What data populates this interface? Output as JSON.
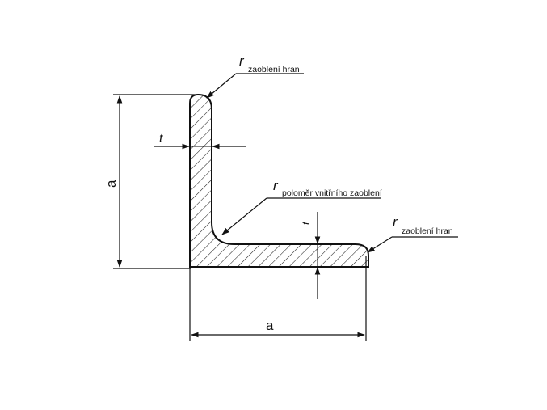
{
  "labels": {
    "r_top_symbol": "r",
    "r_top_text": "zaoblení hran",
    "r_inner_symbol": "r",
    "r_inner_text": "poloměr vnitřního zaoblení",
    "r_right_symbol": "r",
    "r_right_text": "zaoblení hran",
    "t_vertical": "t",
    "t_horizontal": "t",
    "a_vertical": "a",
    "a_horizontal": "a"
  }
}
